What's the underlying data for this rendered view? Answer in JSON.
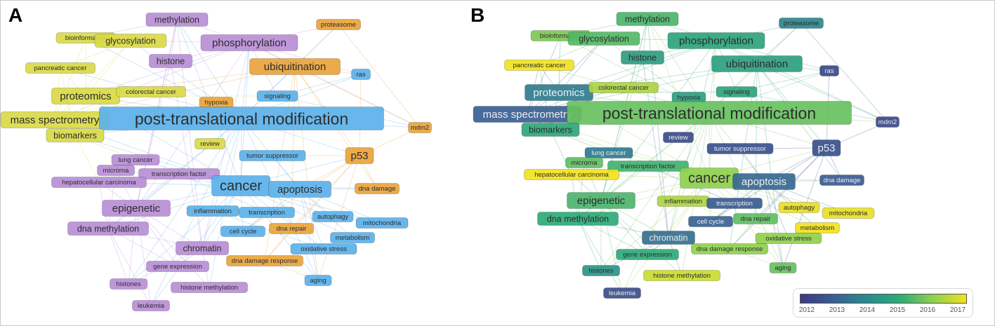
{
  "panels": [
    {
      "letter": "A"
    },
    {
      "letter": "B"
    }
  ],
  "legend": {
    "ticks": [
      "2012",
      "2013",
      "2014",
      "2015",
      "2016",
      "2017"
    ],
    "colors": [
      "#3b3a82",
      "#3a5f92",
      "#2a8a8e",
      "#2eaa78",
      "#8fd04e",
      "#f2e21e"
    ]
  },
  "clusters": {
    "blue": "#5bb1ea",
    "purple": "#b98ed6",
    "yellow": "#d9da46",
    "orange": "#e9a43c"
  },
  "nodes": [
    {
      "label": "methylation",
      "cluster": "purple",
      "size": "s",
      "year": 2015.3
    },
    {
      "label": "bioinformatics",
      "cluster": "yellow",
      "size": "xs",
      "year": 2015.8
    },
    {
      "label": "glycosylation",
      "cluster": "yellow",
      "size": "s",
      "year": 2015.4
    },
    {
      "label": "proteasome",
      "cluster": "orange",
      "size": "xs",
      "year": 2013.9
    },
    {
      "label": "phosphorylation",
      "cluster": "purple",
      "size": "m",
      "year": 2014.8
    },
    {
      "label": "histone",
      "cluster": "purple",
      "size": "s",
      "year": 2014.6
    },
    {
      "label": "pancreatic cancer",
      "cluster": "yellow",
      "size": "xs",
      "year": 2017.0
    },
    {
      "label": "ubiquitination",
      "cluster": "orange",
      "size": "m",
      "year": 2014.7
    },
    {
      "label": "ras",
      "cluster": "blue",
      "size": "xs",
      "year": 2012.4
    },
    {
      "label": "proteomics",
      "cluster": "yellow",
      "size": "m",
      "year": 2013.7
    },
    {
      "label": "colorectal cancer",
      "cluster": "yellow",
      "size": "xs",
      "year": 2016.3
    },
    {
      "label": "hypoxia",
      "cluster": "orange",
      "size": "xs",
      "year": 2014.7
    },
    {
      "label": "signaling",
      "cluster": "blue",
      "size": "xs",
      "year": 2014.8
    },
    {
      "label": "mass spectrometry",
      "cluster": "yellow",
      "size": "m",
      "year": 2013.0
    },
    {
      "label": "post-translational modification",
      "cluster": "blue",
      "size": "xl",
      "year": 2015.6
    },
    {
      "label": "mdm2",
      "cluster": "orange",
      "size": "xs",
      "year": 2012.4
    },
    {
      "label": "biomarkers",
      "cluster": "yellow",
      "size": "s",
      "year": 2014.9
    },
    {
      "label": "review",
      "cluster": "yellow",
      "size": "xs",
      "year": 2012.5
    },
    {
      "label": "tumor suppressor",
      "cluster": "blue",
      "size": "xs",
      "year": 2012.6
    },
    {
      "label": "p53",
      "cluster": "orange",
      "size": "m",
      "year": 2012.6
    },
    {
      "label": "lung cancer",
      "cluster": "purple",
      "size": "xs",
      "year": 2013.6
    },
    {
      "label": "microrna",
      "cluster": "purple",
      "size": "xs",
      "year": 2015.5
    },
    {
      "label": "transcription factor",
      "cluster": "purple",
      "size": "xs",
      "year": 2015.2
    },
    {
      "label": "hepatocellular carcinoma",
      "cluster": "purple",
      "size": "xs",
      "year": 2017.0
    },
    {
      "label": "cancer",
      "cluster": "blue",
      "size": "l",
      "year": 2016.0
    },
    {
      "label": "apoptosis",
      "cluster": "blue",
      "size": "m",
      "year": 2013.2
    },
    {
      "label": "dna damage",
      "cluster": "orange",
      "size": "xs",
      "year": 2012.9
    },
    {
      "label": "epigenetic",
      "cluster": "purple",
      "size": "m",
      "year": 2015.3
    },
    {
      "label": "inflammation",
      "cluster": "blue",
      "size": "xs",
      "year": 2016.3
    },
    {
      "label": "transcription",
      "cluster": "blue",
      "size": "xs",
      "year": 2012.9
    },
    {
      "label": "autophagy",
      "cluster": "blue",
      "size": "xs",
      "year": 2016.9
    },
    {
      "label": "mitochondria",
      "cluster": "blue",
      "size": "xs",
      "year": 2016.9
    },
    {
      "label": "dna methylation",
      "cluster": "purple",
      "size": "s",
      "year": 2015.0
    },
    {
      "label": "cell cycle",
      "cluster": "blue",
      "size": "xs",
      "year": 2013.1
    },
    {
      "label": "dna repair",
      "cluster": "orange",
      "size": "xs",
      "year": 2015.5
    },
    {
      "label": "metabolism",
      "cluster": "blue",
      "size": "xs",
      "year": 2017.0
    },
    {
      "label": "chromatin",
      "cluster": "purple",
      "size": "s",
      "year": 2013.4
    },
    {
      "label": "oxidative stress",
      "cluster": "blue",
      "size": "xs",
      "year": 2016.0
    },
    {
      "label": "gene expression",
      "cluster": "purple",
      "size": "xs",
      "year": 2015.0
    },
    {
      "label": "dna damage response",
      "cluster": "orange",
      "size": "xs",
      "year": 2016.0
    },
    {
      "label": "histones",
      "cluster": "purple",
      "size": "xs",
      "year": 2014.3
    },
    {
      "label": "histone methylation",
      "cluster": "purple",
      "size": "xs",
      "year": 2016.6
    },
    {
      "label": "aging",
      "cluster": "blue",
      "size": "xs",
      "year": 2015.6
    },
    {
      "label": "leukemia",
      "cluster": "purple",
      "size": "xs",
      "year": 2012.5
    }
  ]
}
